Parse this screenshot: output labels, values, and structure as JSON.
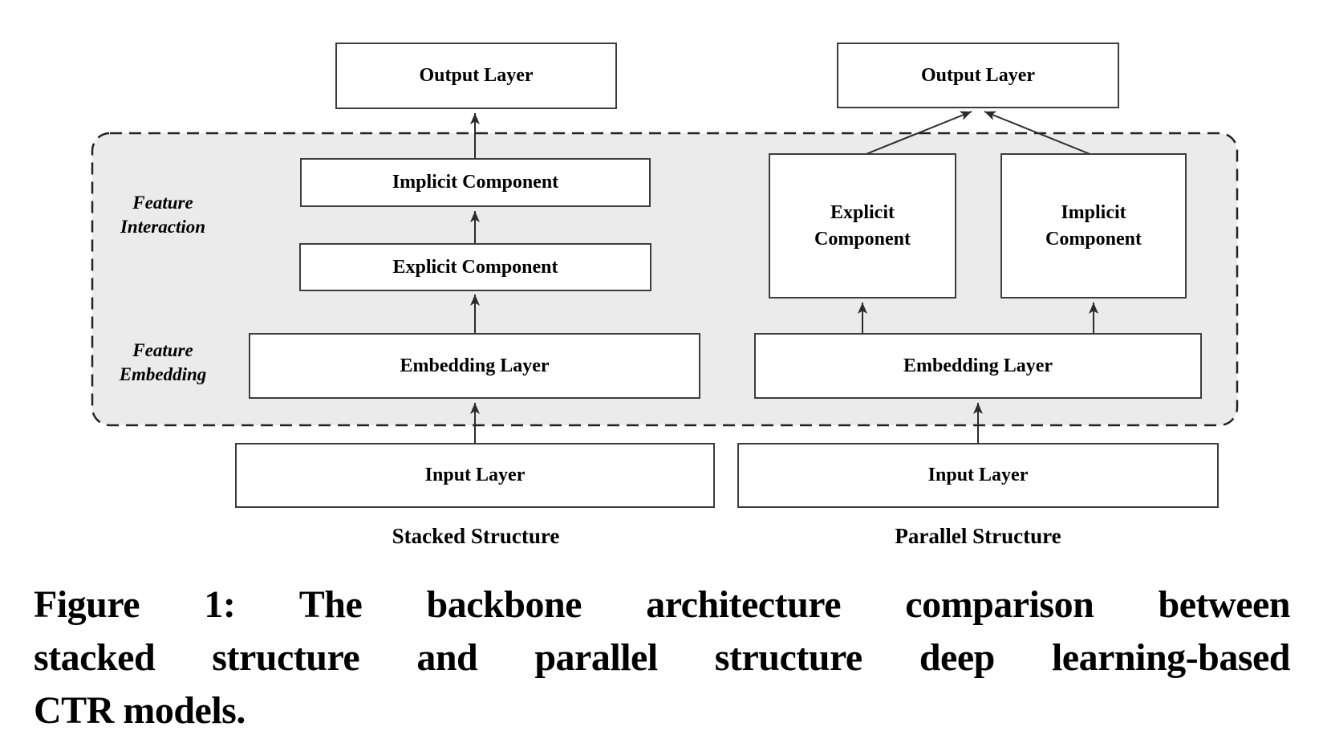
{
  "figure": {
    "stacked": {
      "output": "Output Layer",
      "implicit": "Implicit Component",
      "explicit": "Explicit Component",
      "embedding": "Embedding Layer",
      "input": "Input Layer",
      "structure_label": "Stacked Structure"
    },
    "parallel": {
      "output": "Output Layer",
      "explicit": "Explicit\nComponent",
      "implicit": "Implicit\nComponent",
      "embedding": "Embedding Layer",
      "input": "Input Layer",
      "structure_label": "Parallel Structure"
    },
    "regions": {
      "feature_interaction": "Feature\nInteraction",
      "feature_embedding": "Feature\nEmbedding"
    },
    "colors": {
      "page_background": "#ffffff",
      "panel_fill": "#ebebeb",
      "panel_border": "#222222",
      "box_fill": "#ffffff",
      "box_border": "#3d3d3d",
      "arrow": "#2b2b2b",
      "text": "#000000"
    }
  },
  "caption": {
    "lines": [
      "Figure 1: The backbone architecture comparison between",
      "stacked structure and parallel structure deep learning-based",
      "CTR models."
    ],
    "full_text": "Figure 1: The backbone architecture comparison between stacked structure and parallel structure deep learning-based CTR models."
  }
}
